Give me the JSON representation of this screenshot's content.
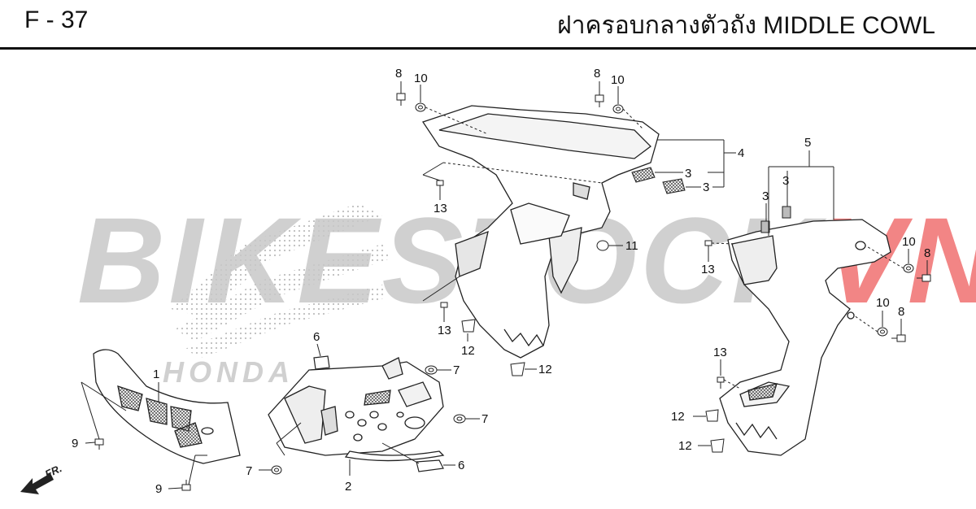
{
  "header": {
    "page_code": "F - 37",
    "title": "ฝาครอบกลางตัวถัง  MIDDLE COWL"
  },
  "watermark": {
    "text_gray": "BIKESTOCK",
    "text_red": "VN",
    "brand": "HONDA",
    "gray_color": "#c8c8c8",
    "red_color": "#f07070"
  },
  "direction_marker": {
    "label": "FR."
  },
  "callouts": {
    "c8a": "8",
    "c10a": "10",
    "c13a": "13",
    "c13b": "13",
    "c8b": "8",
    "c10b": "10",
    "c4": "4",
    "c3a": "3",
    "c3b": "3",
    "c11": "11",
    "c12a": "12",
    "c12b": "12",
    "c5": "5",
    "c3c": "3",
    "c3d": "3",
    "c13c": "13",
    "c10c": "10",
    "c8c": "8",
    "c10d": "10",
    "c8d": "8",
    "c13d": "13",
    "c12c": "12",
    "c12d": "12",
    "c6a": "6",
    "c7a": "7",
    "c7b": "7",
    "c7c": "7",
    "c6b": "6",
    "c2": "2",
    "c1": "1",
    "c9a": "9",
    "c9b": "9"
  }
}
